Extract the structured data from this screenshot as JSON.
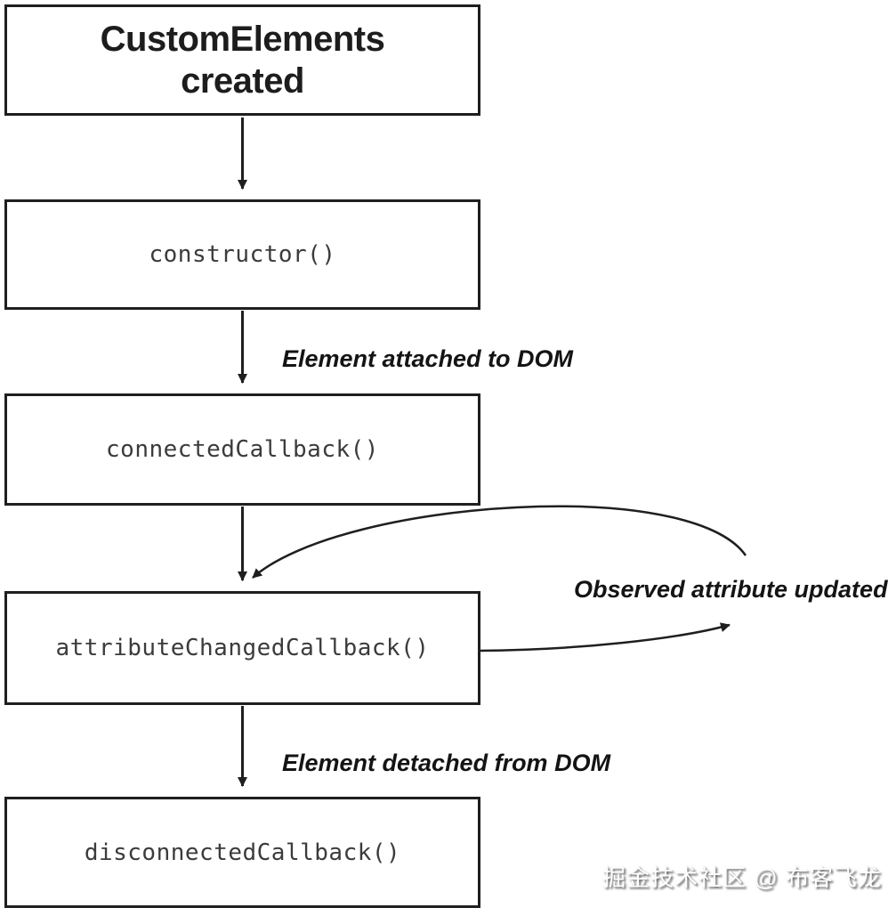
{
  "diagram": {
    "nodes": [
      {
        "id": "created",
        "label": "CustomElements created",
        "kind": "start"
      },
      {
        "id": "constructor",
        "label": "constructor()",
        "kind": "code"
      },
      {
        "id": "connected",
        "label": "connectedCallback()",
        "kind": "code"
      },
      {
        "id": "attribute",
        "label": "attributeChangedCallback()",
        "kind": "code"
      },
      {
        "id": "disconnected",
        "label": "disconnectedCallback()",
        "kind": "code"
      }
    ],
    "edges": [
      {
        "from": "created",
        "to": "constructor",
        "label": ""
      },
      {
        "from": "constructor",
        "to": "connected",
        "label": "Element attached to DOM"
      },
      {
        "from": "connected",
        "to": "attribute",
        "label": ""
      },
      {
        "from": "attribute",
        "to": "attribute",
        "label": "Observed attribute updated"
      },
      {
        "from": "attribute",
        "to": "disconnected",
        "label": "Element detached from DOM"
      }
    ],
    "watermark": "掘金技术社区 @ 布客飞龙",
    "colors": {
      "background": "#ffffff",
      "box_border": "#1f1f1f",
      "box_bg": "#ffffff",
      "title_text": "#1d1d1d",
      "code_text": "#3b3b3b",
      "arrow": "#1f1f1f"
    }
  }
}
